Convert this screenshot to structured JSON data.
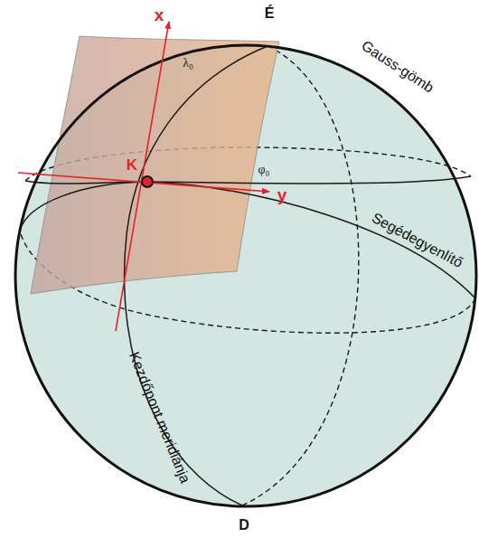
{
  "diagram": {
    "labels": [
      "x",
      "É",
      "Gauss-gömb",
      "λ₀",
      "K",
      "φ₀",
      "y",
      "Segédegyenlítő",
      "Kezdőpont meridiánja",
      "D"
    ]
  }
}
